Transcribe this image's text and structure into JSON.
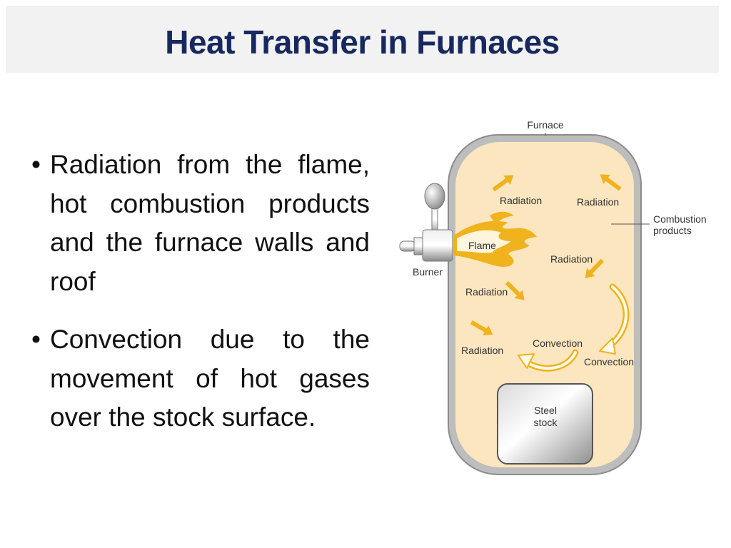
{
  "slide": {
    "title": "Heat Transfer in Furnaces"
  },
  "bullets": [
    {
      "text": "Radiation from the flame, hot combustion products and the furnace walls and roof"
    },
    {
      "text": "Convection due to the movement of hot gases over the stock surface."
    }
  ],
  "diagram": {
    "furnace": "Furnace",
    "burner": "Burner",
    "flame": "Flame",
    "combustion_products": [
      "Combustion",
      "products"
    ],
    "radiation": "Radiation",
    "convection": "Convection",
    "steel_stock": [
      "Steel",
      "stock"
    ],
    "colors": {
      "chamber_fill": "#fbe6c0",
      "wall": "#a9a9a9",
      "arrow": "#f0b21d",
      "title": "#17295e"
    }
  }
}
